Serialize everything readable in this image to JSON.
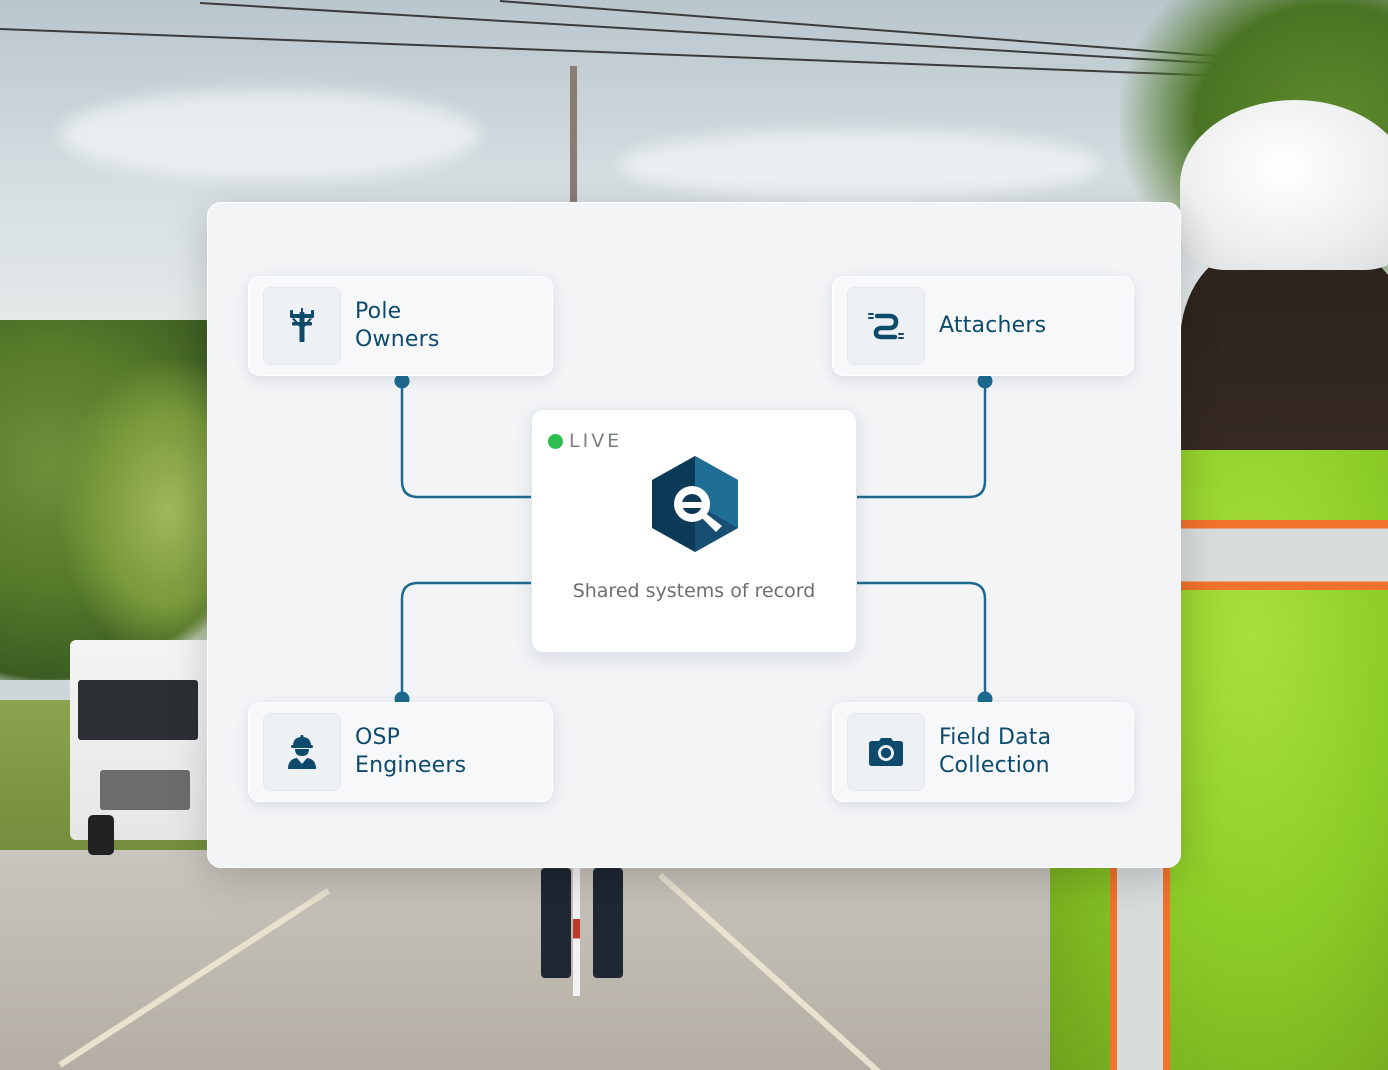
{
  "diagram": {
    "nodes": [
      {
        "id": "pole-owners",
        "label": "Pole\nOwners",
        "icon": "utility-pole-icon"
      },
      {
        "id": "attachers",
        "label": "Attachers",
        "icon": "cable-attach-icon"
      },
      {
        "id": "osp-engineers",
        "label": "OSP\nEngineers",
        "icon": "engineer-hardhat-icon"
      },
      {
        "id": "field-data-collection",
        "label": "Field Data\nCollection",
        "icon": "camera-icon"
      }
    ],
    "center": {
      "status": "LIVE",
      "logo": "hexagon-search-logo",
      "caption": "Shared systems of record"
    }
  },
  "colors": {
    "accent": "#1c6a8f",
    "label": "#0e4a6b",
    "live": "#2ebd4f",
    "logo_dark": "#0d3b57",
    "logo_mid": "#1f6e95"
  }
}
